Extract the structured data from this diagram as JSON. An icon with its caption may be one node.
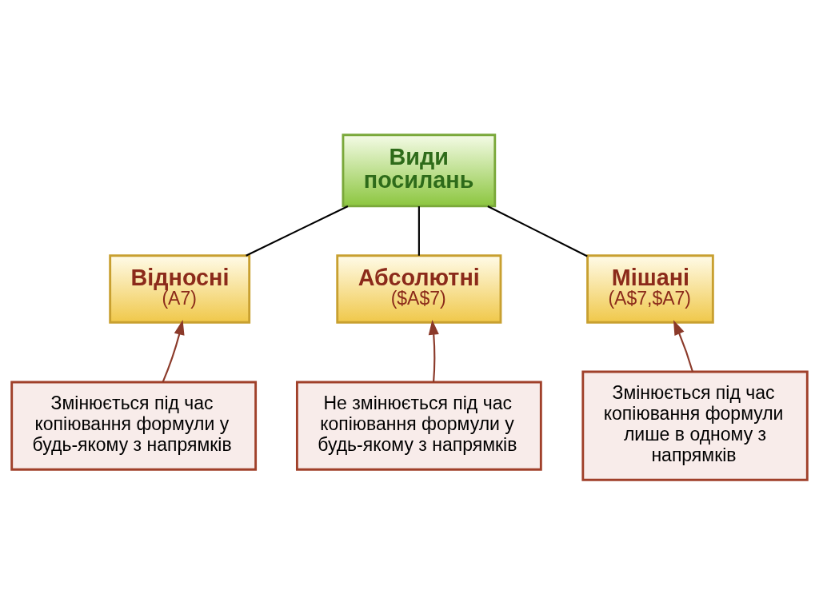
{
  "diagram": {
    "nodes": [
      {
        "text": [
          "Види посилань"
        ]
      },
      {
        "text": [
          "Відносні",
          "(A7)"
        ]
      },
      {
        "text": [
          "Абсолютні",
          "($A$7)"
        ]
      },
      {
        "text": [
          "Мішані",
          "(A$7,$A7)"
        ]
      },
      {
        "text": [
          "Змінюється під час копіювання формули у будь-якому з напрямків"
        ]
      },
      {
        "text": [
          "Не змінюється під час копіювання формули у будь-якому з напрямків"
        ]
      },
      {
        "text": [
          "Змінюється під час копіювання формули лише в одному з напрямків"
        ]
      }
    ],
    "edges": [
      {
        "from": 0,
        "to": 1,
        "arrow": "none"
      },
      {
        "from": 0,
        "to": 2,
        "arrow": "none"
      },
      {
        "from": 0,
        "to": 3,
        "arrow": "none"
      },
      {
        "from": 4,
        "to": 1,
        "arrow": "to",
        "color": "#8b3a2a"
      },
      {
        "from": 5,
        "to": 2,
        "arrow": "to",
        "color": "#8b3a2a"
      },
      {
        "from": 6,
        "to": 3,
        "arrow": "to",
        "color": "#8b3a2a"
      }
    ]
  }
}
